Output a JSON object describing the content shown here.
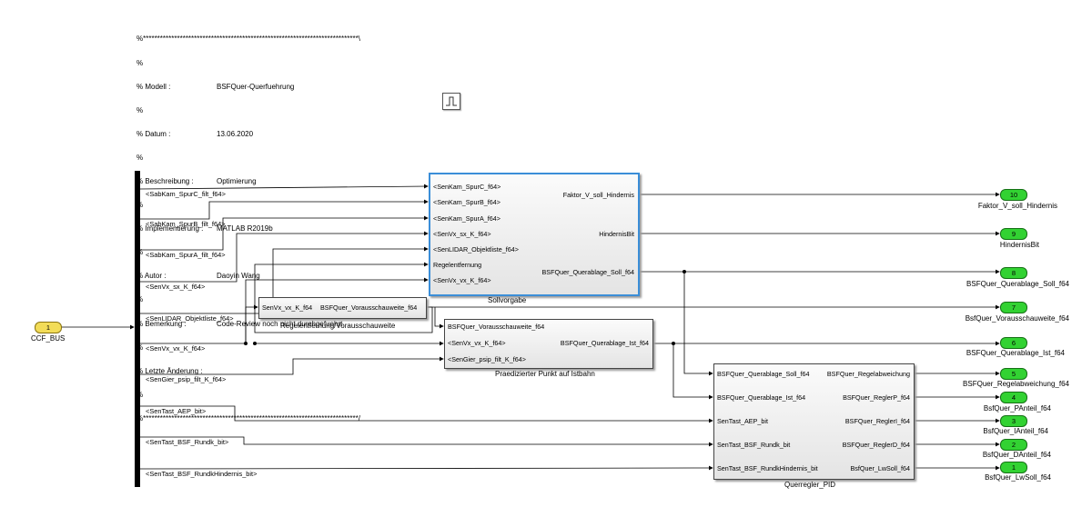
{
  "header": {
    "border_top": "%****************************************************************************\\",
    "lines": [
      {
        "key": "%",
        "value": ""
      },
      {
        "key": "% Modell :",
        "value": "BSFQuer-Querfuehrung"
      },
      {
        "key": "%",
        "value": ""
      },
      {
        "key": "% Datum :",
        "value": "13.06.2020"
      },
      {
        "key": "%",
        "value": ""
      },
      {
        "key": "% Beschreibung :",
        "value": "Optimierung"
      },
      {
        "key": "%",
        "value": ""
      },
      {
        "key": "% Implementierung :",
        "value": "MATLAB R2019b"
      },
      {
        "key": "%",
        "value": ""
      },
      {
        "key": "% Autor :",
        "value": "Daoyin Wang"
      },
      {
        "key": "%",
        "value": ""
      },
      {
        "key": "% Bemerkung :",
        "value": "Code-Review noch nicht durchgefuehrt"
      },
      {
        "key": "%",
        "value": ""
      },
      {
        "key": "% Letzte Änderung :",
        "value": ""
      },
      {
        "key": "%",
        "value": ""
      }
    ],
    "border_bottom": "%****************************************************************************/"
  },
  "inport": {
    "number": "1",
    "label": "CCF_BUS"
  },
  "bus_signals": [
    "<SabKam_SpurC_filt_f64>",
    "<SabKam_SpurB_filt_f64>",
    "<SabKam_SpurA_filt_f64>",
    "<SenVx_sx_K_f64>",
    "<SenLIDAR_Objektliste_f64>",
    "<SenVx_vx_K_f64>",
    "<SenGier_psip_filt_K_f64>",
    "<SenTast_AEP_bit>",
    "<SenTast_BSF_Rundk_bit>",
    "<SenTast_BSF_RundkHindernis_bit>"
  ],
  "blocks": {
    "sollvorgabe": {
      "name": "Sollvorgabe",
      "inputs": [
        "<SenKam_SpurC_f64>",
        "<SenKam_SpurB_f64>",
        "<SenKam_SpurA_f64>",
        "<SenVx_sx_K_f64>",
        "<SenLIDAR_Objektliste_f64>",
        "Regelentfernung",
        "<SenVx_vx_K_f64>"
      ],
      "outputs": [
        "Faktor_V_soll_Hindernis",
        "HindernisBit",
        "BSFQuer_Querablage_Soll_f64"
      ]
    },
    "regelentfernung": {
      "name": "Regelentfernung/Vorausschauweite",
      "inputs": [
        "SenVx_vx_K_f64"
      ],
      "outputs": [
        "BSFQuer_Vorausschauweite_f64"
      ]
    },
    "praediziert": {
      "name": "Praedizierter Punkt auf Istbahn",
      "inputs": [
        "BSFQuer_Vorausschauweite_f64",
        "<SenVx_vx_K_f64>",
        "<SenGier_psip_filt_K_f64>"
      ],
      "outputs": [
        "BSFQuer_Querablage_Ist_f64"
      ]
    },
    "querregler": {
      "name": "Querregler_PID",
      "inputs": [
        "BSFQuer_Querablage_Soll_f64",
        "BSFQuer_Querablage_Ist_f64",
        "SenTast_AEP_bit",
        "SenTast_BSF_Rundk_bit",
        "SenTast_BSF_RundkHindernis_bit"
      ],
      "outputs": [
        "BSFQuer_Regelabweichung",
        "BSFQuer_ReglerP_f64",
        "BSFQuer_ReglerI_f64",
        "BSFQuer_ReglerD_f64",
        "BsfQuer_LwSoll_f64"
      ]
    }
  },
  "outports": [
    {
      "number": "10",
      "label": "Faktor_V_soll_Hindernis"
    },
    {
      "number": "9",
      "label": "HindernisBit"
    },
    {
      "number": "8",
      "label": "BSFQuer_Querablage_Soll_f64"
    },
    {
      "number": "7",
      "label": "BsfQuer_Vorausschauweite_f64"
    },
    {
      "number": "6",
      "label": "BSFQuer_Querablage_Ist_f64"
    },
    {
      "number": "5",
      "label": "BSFQuer_Regelabweichung_f64"
    },
    {
      "number": "4",
      "label": "BsfQuer_PAnteil_f64"
    },
    {
      "number": "3",
      "label": "BsfQuer_IAnteil_f64"
    },
    {
      "number": "2",
      "label": "BsfQuer_DAnteil_f64"
    },
    {
      "number": "1",
      "label": "BsfQuer_LwSoll_f64"
    }
  ],
  "colors": {
    "outport_fill": "#32d232",
    "inport_fill": "#f2dc58",
    "selection": "#3b8ed8",
    "line": "#000000"
  },
  "icons": [
    "pulse-generator-icon"
  ]
}
